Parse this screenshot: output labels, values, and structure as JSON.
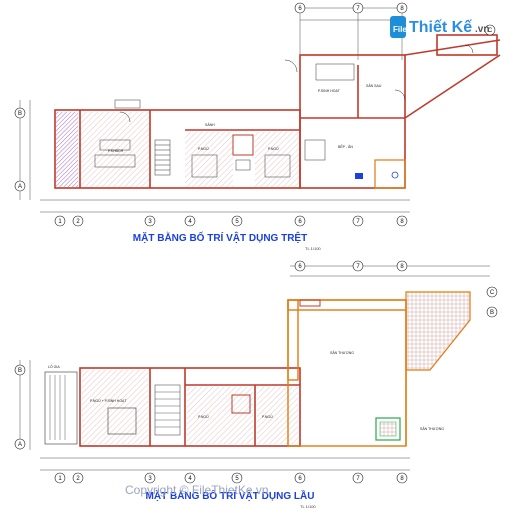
{
  "logo": {
    "brand_prefix": "File",
    "brand_main": "Thiết Kế",
    "brand_suffix": ".vn",
    "colors": {
      "badge": "#1e8fd6",
      "text": "#2a8fe0",
      "suffix": "#555555"
    }
  },
  "plan_top": {
    "title": "MẶT BẰNG BỐ TRÍ VẬT DỤNG TRỆT",
    "scale": "TL 1/100",
    "rooms": [
      "P.KHÁCH",
      "SẢNH",
      "P.NGỦ",
      "P.NGỦ",
      "BẾP - ĂN",
      "P.SINH HOẠT",
      "SÂN SAU"
    ],
    "axes_top": [
      "6",
      "7",
      "8"
    ],
    "axes_bottom": [
      "1",
      "2",
      "3",
      "4",
      "5",
      "6",
      "7",
      "8"
    ],
    "axes_left": [
      "B",
      "A"
    ],
    "axes_right": [
      "C"
    ]
  },
  "plan_bottom": {
    "title": "MẶT BẰNG BỐ TRÍ VẬT DỤNG LẦU",
    "scale": "TL 1/100",
    "rooms": [
      "P.NGỦ + P.SINH HOẠT",
      "P.NGỦ",
      "P.NGỦ",
      "SÂN THƯỢNG",
      "LÔ GIA",
      "SÂN THƯỢNG"
    ],
    "axes_top": [
      "6",
      "7",
      "8"
    ],
    "axes_bottom": [
      "1",
      "2",
      "3",
      "4",
      "5",
      "6",
      "7",
      "8"
    ],
    "axes_left": [
      "B",
      "A"
    ],
    "axes_right": [
      "C",
      "B"
    ]
  },
  "watermark": "Copyright © FileThietKe.vn",
  "colors": {
    "wall": "#c0392b",
    "hatch": "#7a1f1f",
    "accent_orange": "#e07a10",
    "green": "#2aa84a",
    "purple": "#8b3aa8",
    "blue": "#1a40e0"
  }
}
